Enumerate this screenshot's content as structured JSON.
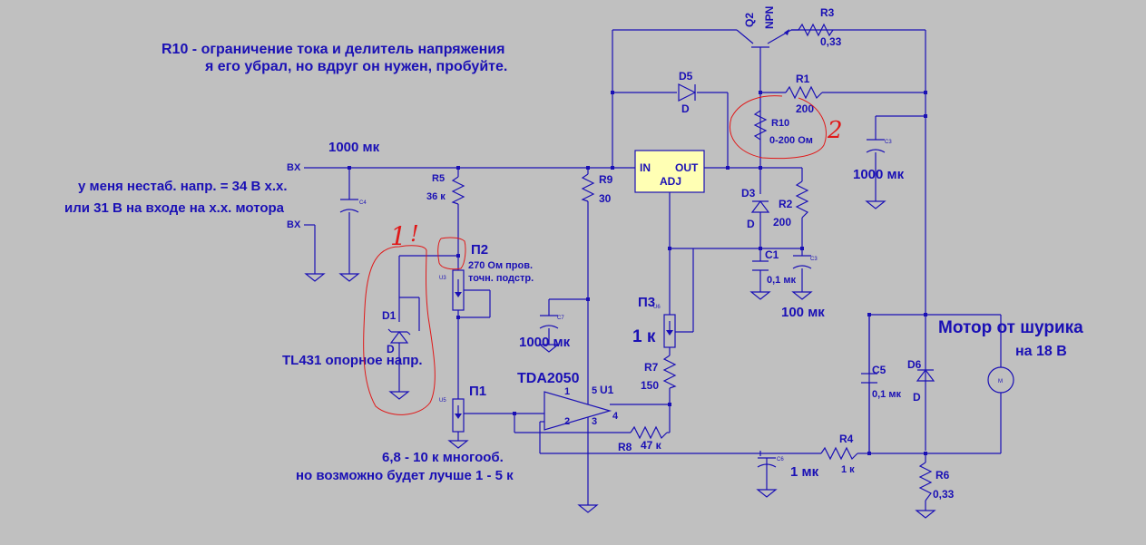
{
  "notes": {
    "r10_line1": "R10 - ограничение тока и делитель напряжения",
    "r10_line2": "я его убрал, но вдруг он нужен, пробуйте.",
    "input_line1": "у меня нестаб. напр. = 34 В х.х.",
    "input_line2": "или 31 В на входе на х.х. мотора",
    "motor_title": "Мотор от шурика",
    "motor_voltage": "на 18 В",
    "p1_line1": "6,8 - 10 к многооб.",
    "p1_line2": "но возможно будет лучше 1 - 5 к",
    "tl431": "TL431 опорное напр.",
    "p2_line1": "270 Ом пров.",
    "p2_line2": "точн. подстр."
  },
  "nets": {
    "vx_top": "BX",
    "vx_bottom": "BX"
  },
  "regulator": {
    "in": "IN",
    "out": "OUT",
    "adj": "ADJ"
  },
  "components": {
    "q2_ref": "Q2",
    "q2_type": "NPN",
    "r3_ref": "R3",
    "r3_val": "0,33",
    "r1_ref": "R1",
    "r1_val": "200",
    "d5_ref": "D5",
    "d5_type": "D",
    "r10_ref": "R10",
    "r10_val": "0-200 Ом",
    "c3_top_val": "1000 мк",
    "c_in_val": "1000 мк",
    "r5_ref": "R5",
    "r5_val": "36 к",
    "r9_ref": "R9",
    "r9_val": "30",
    "d3_ref": "D3",
    "d3_type": "D",
    "r2_ref": "R2",
    "r2_val": "200",
    "c1_ref": "C1",
    "c1_val": "0,1 мк",
    "c3_adj_val": "100 мк",
    "p2_ref": "П2",
    "d1_ref": "D1",
    "d1_type": "D",
    "p3_ref": "П3",
    "p3_val": "1 к",
    "c7_val": "1000 мк",
    "r7_ref": "R7",
    "r7_val": "150",
    "tda_ref": "TDA2050",
    "u1_ref": "U1",
    "pin1": "1",
    "pin2": "2",
    "pin3": "3",
    "pin4": "4",
    "pin5": "5",
    "p1_ref": "П1",
    "r8_ref": "R8",
    "r8_val": "47 к",
    "c6_val": "1 мк",
    "r4_ref": "R4",
    "r4_val": "1 к",
    "c5_ref": "C5",
    "c5_val": "0,1 мк",
    "d6_ref": "D6",
    "d6_type": "D",
    "r6_ref": "R6",
    "r6_val": "0,33",
    "motor_symbol": "M"
  },
  "handwriting": {
    "mark1": "1",
    "mark1_excl": "!",
    "mark2": "2"
  },
  "small_labels": {
    "c": "c",
    "c3": "C3",
    "c4": "C4",
    "c7": "C7",
    "c6": "C6",
    "c2": "C2",
    "u5": "U5",
    "u6": "U6",
    "u3": "U3"
  },
  "colors": {
    "background": "#c0c0c0",
    "wire": "#1a10b5",
    "ic_fill": "#ffffb4",
    "annotation": "#e01818"
  }
}
